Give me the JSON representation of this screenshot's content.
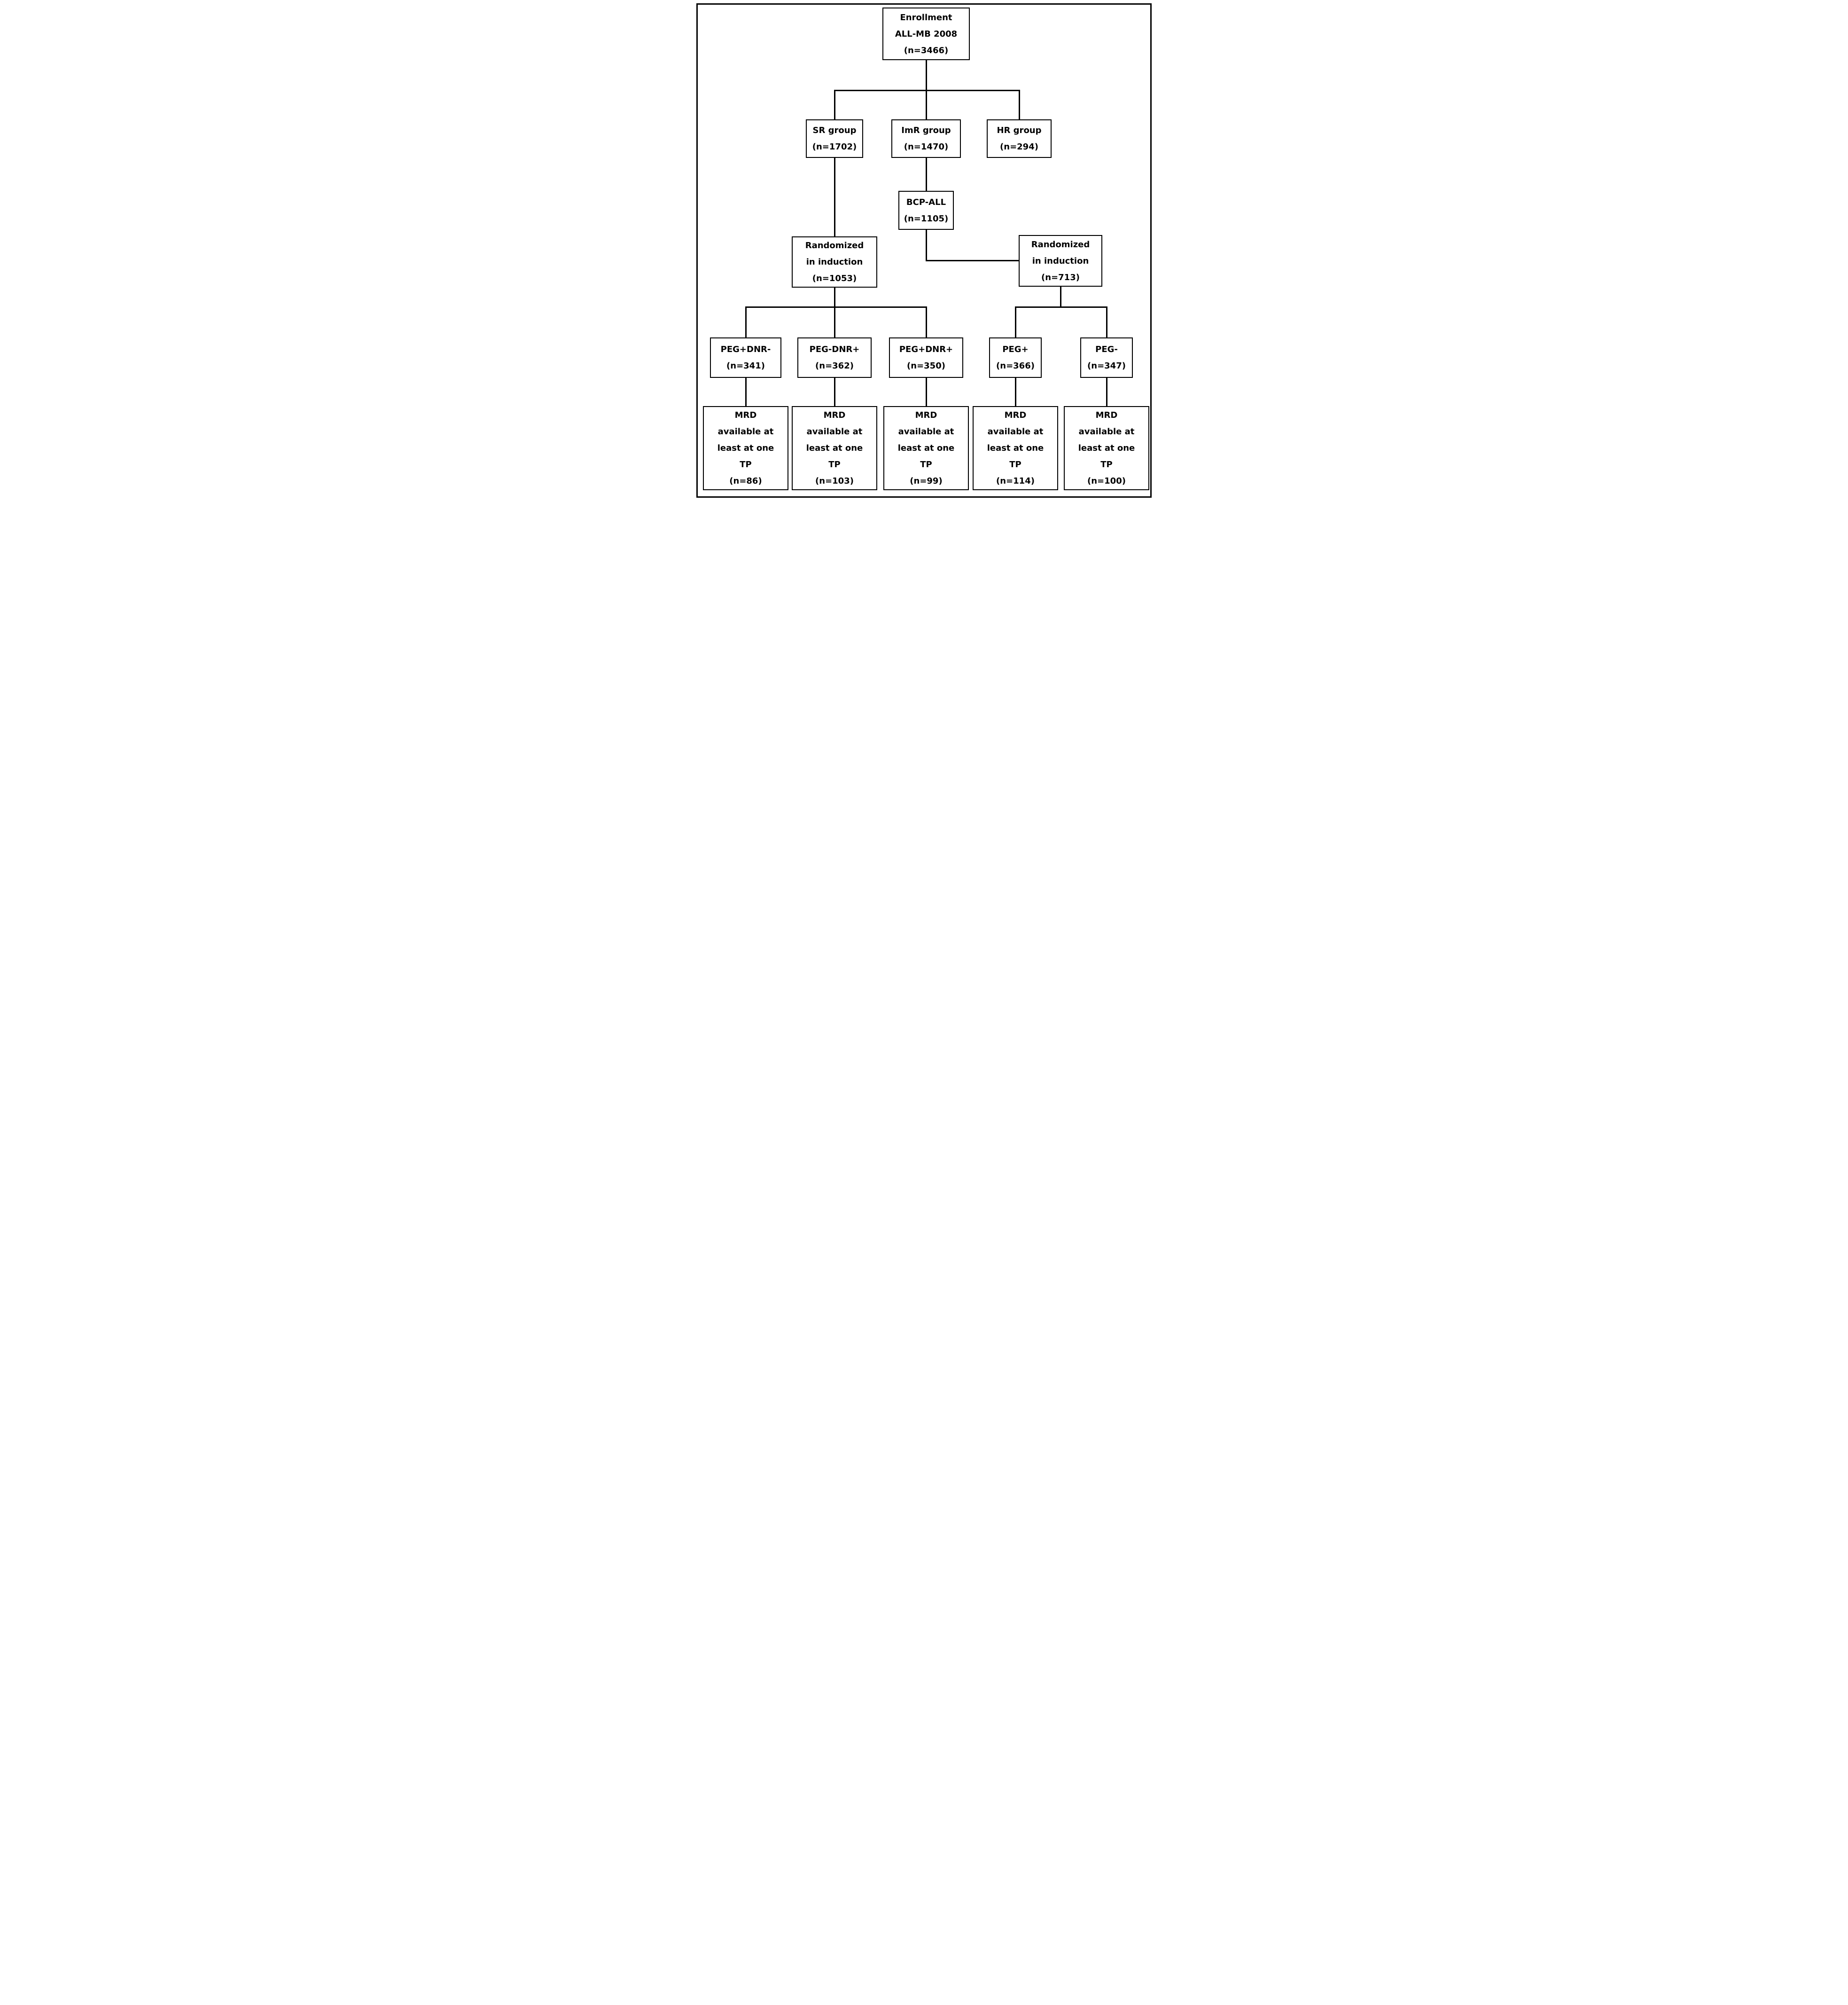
{
  "figure": {
    "type": "flowchart",
    "description": "Patient enrollment and randomization flow diagram for the ALL-MB 2008 study",
    "colors": {
      "line": "#000000",
      "box_border": "#000000",
      "background": "#ffffff",
      "text": "#000000"
    }
  },
  "nodes": {
    "enrollment": {
      "text": "Enrollment\nALL-MB 2008\n(n=3466)",
      "n": 3466
    },
    "sr_group": {
      "text": "SR group\n(n=1702)",
      "n": 1702
    },
    "imr_group": {
      "text": "ImR group\n(n=1470)",
      "n": 1470
    },
    "hr_group": {
      "text": "HR group\n(n=294)",
      "n": 294
    },
    "bcp_all": {
      "text": "BCP-ALL\n(n=1105)",
      "n": 1105
    },
    "randomized_sr": {
      "text": "Randomized\nin induction\n(n=1053)",
      "n": 1053
    },
    "randomized_imr": {
      "text": "Randomized\nin induction\n(n=713)",
      "n": 713
    },
    "peg_pos_dnr_neg": {
      "text": "PEG+DNR-\n(n=341)",
      "n": 341
    },
    "peg_neg_dnr_pos": {
      "text": "PEG-DNR+\n(n=362)",
      "n": 362
    },
    "peg_pos_dnr_pos": {
      "text": "PEG+DNR+\n(n=350)",
      "n": 350
    },
    "peg_pos": {
      "text": "PEG+\n(n=366)",
      "n": 366
    },
    "peg_neg": {
      "text": "PEG-\n(n=347)",
      "n": 347
    },
    "mrd_peg_pos_dnr_neg": {
      "text": "MRD\navailable at\nleast at one\nTP\n(n=86)",
      "n": 86
    },
    "mrd_peg_neg_dnr_pos": {
      "text": "MRD\navailable at\nleast at one\nTP\n(n=103)",
      "n": 103
    },
    "mrd_peg_pos_dnr_pos": {
      "text": "MRD\navailable at\nleast at one\nTP\n(n=99)",
      "n": 99
    },
    "mrd_peg_pos": {
      "text": "MRD\navailable at\nleast at one\nTP\n(n=114)",
      "n": 114
    },
    "mrd_peg_neg": {
      "text": "MRD\navailable at\nleast at one\nTP\n(n=100)",
      "n": 100
    }
  },
  "edges": [
    {
      "from": "enrollment",
      "to": "sr_group"
    },
    {
      "from": "enrollment",
      "to": "imr_group"
    },
    {
      "from": "enrollment",
      "to": "hr_group"
    },
    {
      "from": "imr_group",
      "to": "bcp_all"
    },
    {
      "from": "sr_group",
      "to": "randomized_sr"
    },
    {
      "from": "bcp_all",
      "to": "randomized_imr"
    },
    {
      "from": "randomized_sr",
      "to": "peg_pos_dnr_neg"
    },
    {
      "from": "randomized_sr",
      "to": "peg_neg_dnr_pos"
    },
    {
      "from": "randomized_sr",
      "to": "peg_pos_dnr_pos"
    },
    {
      "from": "randomized_imr",
      "to": "peg_pos"
    },
    {
      "from": "randomized_imr",
      "to": "peg_neg"
    },
    {
      "from": "peg_pos_dnr_neg",
      "to": "mrd_peg_pos_dnr_neg"
    },
    {
      "from": "peg_neg_dnr_pos",
      "to": "mrd_peg_neg_dnr_pos"
    },
    {
      "from": "peg_pos_dnr_pos",
      "to": "mrd_peg_pos_dnr_pos"
    },
    {
      "from": "peg_pos",
      "to": "mrd_peg_pos"
    },
    {
      "from": "peg_neg",
      "to": "mrd_peg_neg"
    }
  ]
}
